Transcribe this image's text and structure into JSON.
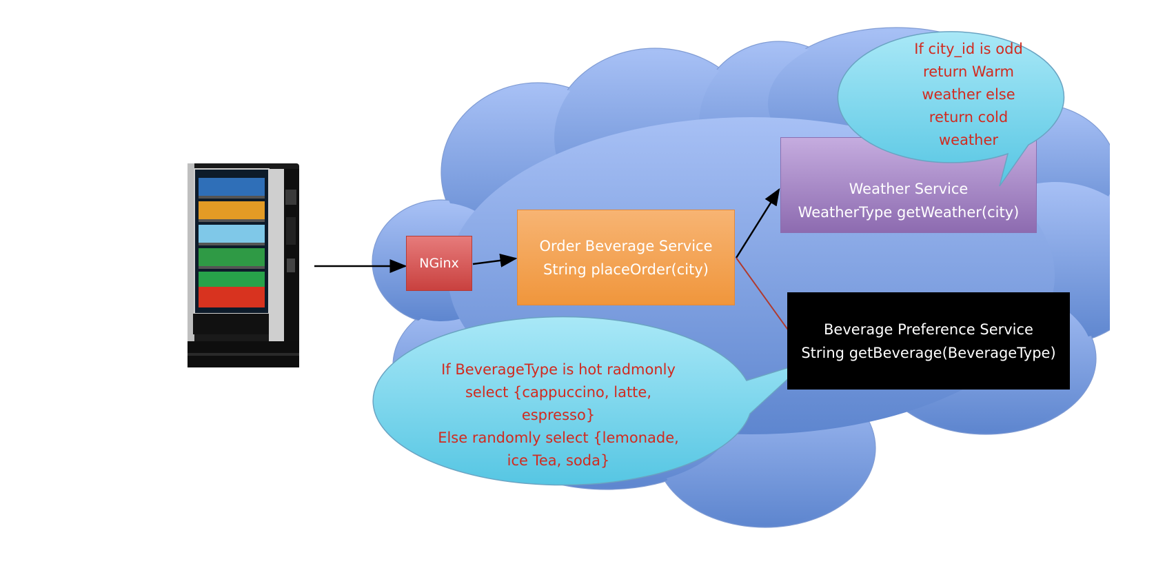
{
  "nodes": {
    "nginx": {
      "label": "NGinx"
    },
    "order_service": {
      "line1": "Order Beverage Service",
      "line2": "String placeOrder(city)"
    },
    "weather_service": {
      "line1": "Weather Service",
      "line2": "WeatherType getWeather(city)"
    },
    "beverage_service": {
      "line1": "Beverage Preference Service",
      "line2": "String getBeverage(BeverageType)"
    }
  },
  "notes": {
    "weather": {
      "lines": [
        "If city_id is odd",
        "return Warm",
        "weather else",
        "return cold",
        "weather"
      ]
    },
    "beverage": {
      "lines": [
        "If BeverageType is hot radmonly",
        "select {cappuccino, latte,",
        "espresso}",
        "Else randomly select {lemonade,",
        "ice Tea, soda}"
      ]
    }
  },
  "colors": {
    "cloud_top": "#a7c0f5",
    "cloud_bottom": "#5e86cf",
    "note_text": "#d12a1f",
    "bubble_fill": "#7fd6ee"
  }
}
